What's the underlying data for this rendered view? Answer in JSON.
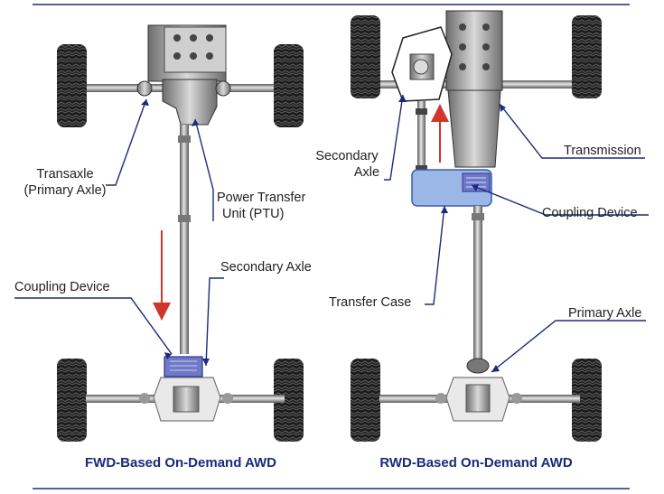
{
  "colors": {
    "rule": "#1b2a7a",
    "leader": "#1b2a7a",
    "arrow": "#d0362a",
    "coupling": "#6f79c8",
    "transfer_case": "#9ab7e6",
    "metal": "#b9b9b9",
    "dark": "#444444"
  },
  "left_diagram": {
    "caption": "FWD-Based On-Demand AWD",
    "labels": {
      "transaxle_line1": "Transaxle",
      "transaxle_line2": "(Primary Axle)",
      "ptu_line1": "Power Transfer",
      "ptu_line2": "Unit (PTU)",
      "secondary_axle": "Secondary Axle",
      "coupling_device": "Coupling Device"
    }
  },
  "right_diagram": {
    "caption": "RWD-Based On-Demand AWD",
    "labels": {
      "secondary_axle_line1": "Secondary",
      "secondary_axle_line2": "Axle",
      "transmission": "Transmission",
      "coupling_device": "Coupling Device",
      "transfer_case": "Transfer Case",
      "primary_axle": "Primary Axle"
    }
  }
}
